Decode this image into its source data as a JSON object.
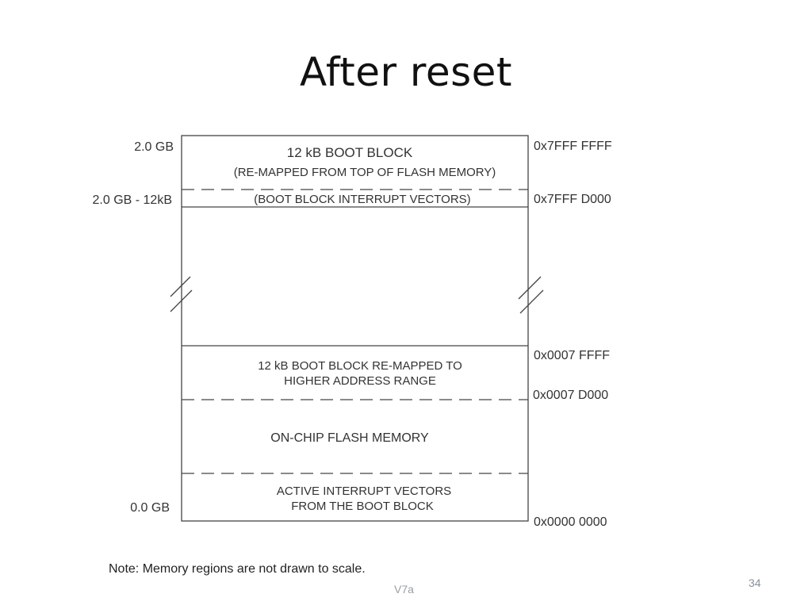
{
  "slide": {
    "title": "After reset",
    "note": "Note: Memory regions are not drawn to scale.",
    "footer": "V7a",
    "page_number": "34"
  },
  "diagram": {
    "left_labels": {
      "top": "2.0 GB",
      "boot_start": "2.0 GB - 12kB",
      "bottom": "0.0 GB"
    },
    "right_labels": {
      "top": "0x7FFF FFFF",
      "boot_start": "0x7FFF D000",
      "flash_top": "0x0007 FFFF",
      "remap_start": "0x0007 D000",
      "bottom": "0x0000 0000"
    },
    "regions": {
      "boot_block_title": "12 kB BOOT BLOCK",
      "boot_block_sub": "(RE-MAPPED FROM TOP OF FLASH MEMORY)",
      "boot_vectors": "(BOOT BLOCK INTERRUPT VECTORS)",
      "remap_line1": "12 kB BOOT BLOCK RE-MAPPED TO",
      "remap_line2": "HIGHER ADDRESS RANGE",
      "flash": "ON-CHIP FLASH MEMORY",
      "active_line1": "ACTIVE INTERRUPT VECTORS",
      "active_line2": "FROM THE BOOT BLOCK"
    }
  }
}
